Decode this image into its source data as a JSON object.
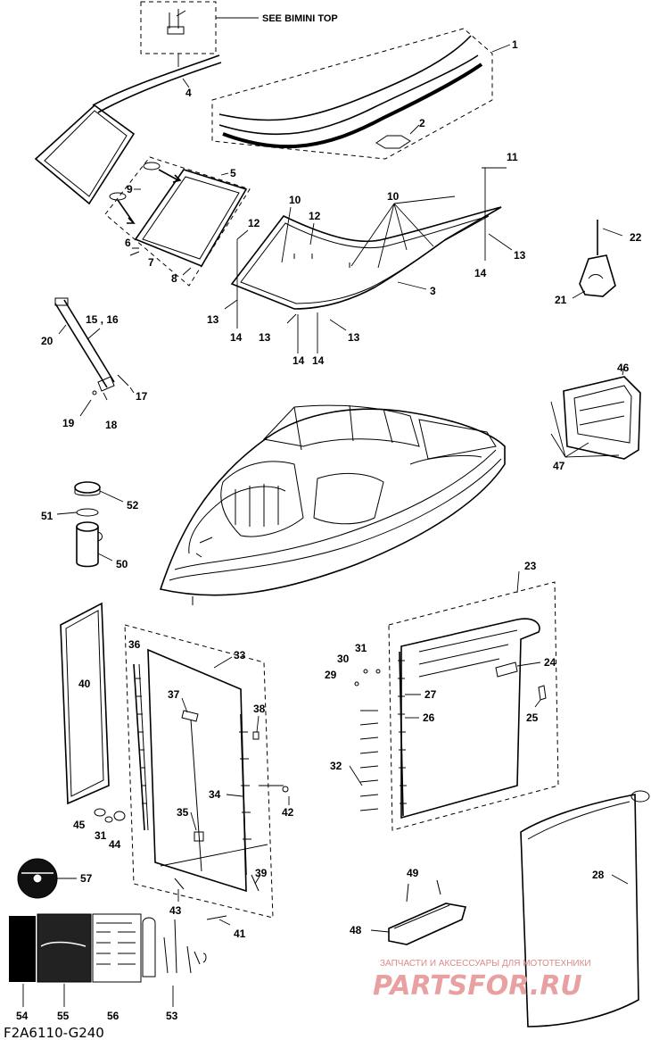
{
  "diagram": {
    "reference_note": "SEE BIMINI TOP",
    "drawing_code": "F2A6110-G240",
    "watermark": {
      "subtitle": "ЗАПЧАСТИ И АКСЕССУАРЫ ДЛЯ МОТОТЕХНИКИ",
      "site": "PARTSFOR.RU"
    },
    "callouts": {
      "c1": "1",
      "c2": "2",
      "c3": "3",
      "c4": "4",
      "c5": "5",
      "c6": "6",
      "c7": "7",
      "c8": "8",
      "c9": "9",
      "c10a": "10",
      "c10b": "10",
      "c11": "11",
      "c12a": "12",
      "c12b": "12",
      "c13a": "13",
      "c13b": "13",
      "c13c": "13",
      "c13d": "13",
      "c14a": "14",
      "c14b": "14",
      "c14c": "14",
      "c14d": "14",
      "c1516": "15 , 16",
      "c17": "17",
      "c18": "18",
      "c19": "19",
      "c20": "20",
      "c21": "21",
      "c22": "22",
      "c23": "23",
      "c24": "24",
      "c25": "25",
      "c26": "26",
      "c27": "27",
      "c28": "28",
      "c29": "29",
      "c30": "30",
      "c31a": "31",
      "c31b": "31",
      "c32": "32",
      "c33": "33",
      "c34": "34",
      "c35": "35",
      "c36": "36",
      "c37": "37",
      "c38": "38",
      "c39": "39",
      "c40": "40",
      "c41": "41",
      "c42": "42",
      "c43": "43",
      "c44": "44",
      "c45": "45",
      "c46": "46",
      "c47": "47",
      "c48": "48",
      "c49": "49",
      "c50": "50",
      "c51": "51",
      "c52": "52",
      "c53": "53",
      "c54": "54",
      "c55": "55",
      "c56": "56",
      "c57": "57"
    }
  }
}
